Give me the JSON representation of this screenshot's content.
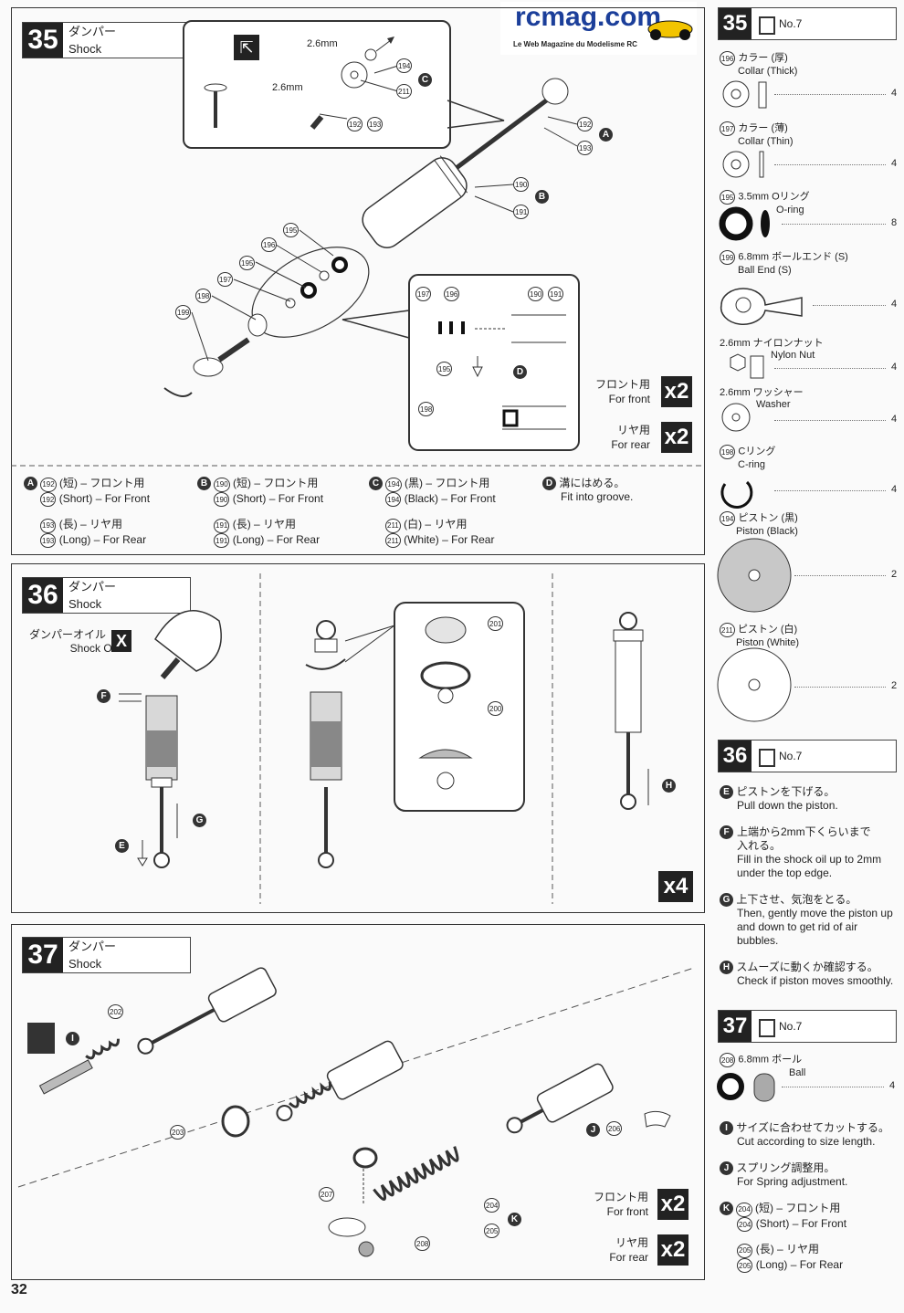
{
  "logo": {
    "brand": "rcmag.com",
    "tagline": "Le Web Magazine du Modelisme RC"
  },
  "page_number": "32",
  "step35": {
    "number": "35",
    "title_jp": "ダンパー",
    "title_en": "Shock",
    "inset_sizes": [
      "2.6mm",
      "2.6mm"
    ],
    "callouts": [
      "192",
      "193",
      "194",
      "211",
      "190",
      "191",
      "195",
      "196",
      "197",
      "198",
      "199"
    ],
    "letters": [
      "A",
      "B",
      "C",
      "D"
    ],
    "groove_parts": [
      "197",
      "196",
      "190",
      "191",
      "195",
      "198"
    ],
    "front_jp": "フロント用",
    "front_en": "For front",
    "front_qty": "x2",
    "rear_jp": "リヤ用",
    "rear_en": "For rear",
    "rear_qty": "x2",
    "notes": [
      {
        "letter": "A",
        "lines": [
          {
            "part": "192",
            "text": "(短) – フロント用"
          },
          {
            "part": "192",
            "text": "(Short) – For Front"
          },
          {
            "part": "193",
            "text": "(長) – リヤ用"
          },
          {
            "part": "193",
            "text": "(Long) – For Rear"
          }
        ]
      },
      {
        "letter": "B",
        "lines": [
          {
            "part": "190",
            "text": "(短) – フロント用"
          },
          {
            "part": "190",
            "text": "(Short) – For Front"
          },
          {
            "part": "191",
            "text": "(長) – リヤ用"
          },
          {
            "part": "191",
            "text": "(Long) – For Rear"
          }
        ]
      },
      {
        "letter": "C",
        "lines": [
          {
            "part": "194",
            "text": "(黒) – フロント用"
          },
          {
            "part": "194",
            "text": "(Black) – For Front"
          },
          {
            "part": "211",
            "text": "(白) – リヤ用"
          },
          {
            "part": "211",
            "text": "(White) – For Rear"
          }
        ]
      },
      {
        "letter": "D",
        "lines": [
          {
            "part": "",
            "text": "溝にはめる。"
          },
          {
            "part": "",
            "text": "Fit into groove."
          }
        ]
      }
    ]
  },
  "step36": {
    "number": "36",
    "title_jp": "ダンパー",
    "title_en": "Shock",
    "oil_jp": "ダンパーオイル",
    "oil_en": "Shock Oil",
    "oil_mark": "X",
    "letters": [
      "F",
      "G",
      "E",
      "H"
    ],
    "callouts": [
      "201",
      "200"
    ],
    "qty": "x4"
  },
  "step37": {
    "number": "37",
    "title_jp": "ダンパー",
    "title_en": "Shock",
    "callouts": [
      "202",
      "203",
      "207",
      "204",
      "205",
      "206",
      "208"
    ],
    "letters": [
      "I",
      "J",
      "K"
    ],
    "front_jp": "フロント用",
    "front_en": "For front",
    "front_qty": "x2",
    "rear_jp": "リヤ用",
    "rear_en": "For rear",
    "rear_qty": "x2"
  },
  "sidebar": {
    "bag_label": "No.7",
    "parts35": [
      {
        "num": "196",
        "jp": "カラー (厚)",
        "en": "Collar (Thick)",
        "qty": "4"
      },
      {
        "num": "197",
        "jp": "カラー (薄)",
        "en": "Collar (Thin)",
        "qty": "4"
      },
      {
        "num": "195",
        "jp": "3.5mm Oリング",
        "en": "O-ring",
        "qty": "8"
      },
      {
        "num": "199",
        "jp": "6.8mm ボールエンド (S)",
        "en": "Ball End (S)",
        "qty": "4"
      },
      {
        "num": "",
        "jp": "2.6mm ナイロンナット",
        "en": "Nylon Nut",
        "qty": "4"
      },
      {
        "num": "",
        "jp": "2.6mm ワッシャー",
        "en": "Washer",
        "qty": "4"
      },
      {
        "num": "198",
        "jp": "Cリング",
        "en": "C-ring",
        "qty": "4"
      },
      {
        "num": "194",
        "jp": "ピストン (黒)",
        "en": "Piston (Black)",
        "qty": "2"
      },
      {
        "num": "211",
        "jp": "ピストン (白)",
        "en": "Piston (White)",
        "qty": "2"
      }
    ],
    "notes36": [
      {
        "letter": "E",
        "jp": "ピストンを下げる。",
        "en": "Pull down the piston."
      },
      {
        "letter": "F",
        "jp": "上端から2mm下くらいまで入れる。",
        "en": "Fill in the shock oil up to 2mm under the top edge."
      },
      {
        "letter": "G",
        "jp": "上下させ、気泡をとる。",
        "en": "Then, gently move the piston up and down to get rid of air bubbles."
      },
      {
        "letter": "H",
        "jp": "スムーズに動くか確認する。",
        "en": "Check if piston moves smoothly."
      }
    ],
    "part37": {
      "num": "208",
      "jp": "6.8mm ボール",
      "en": "Ball",
      "qty": "4"
    },
    "notes37": [
      {
        "letter": "I",
        "jp": "サイズに合わせてカットする。",
        "en": "Cut according to size length."
      },
      {
        "letter": "J",
        "jp": "スプリング調整用。",
        "en": "For Spring adjustment."
      }
    ],
    "note37k": {
      "letter": "K",
      "lines": [
        {
          "part": "204",
          "text": "(短) – フロント用"
        },
        {
          "part": "204",
          "text": "(Short) – For Front"
        },
        {
          "part": "205",
          "text": "(長) – リヤ用"
        },
        {
          "part": "205",
          "text": "(Long) – For Rear"
        }
      ]
    }
  }
}
